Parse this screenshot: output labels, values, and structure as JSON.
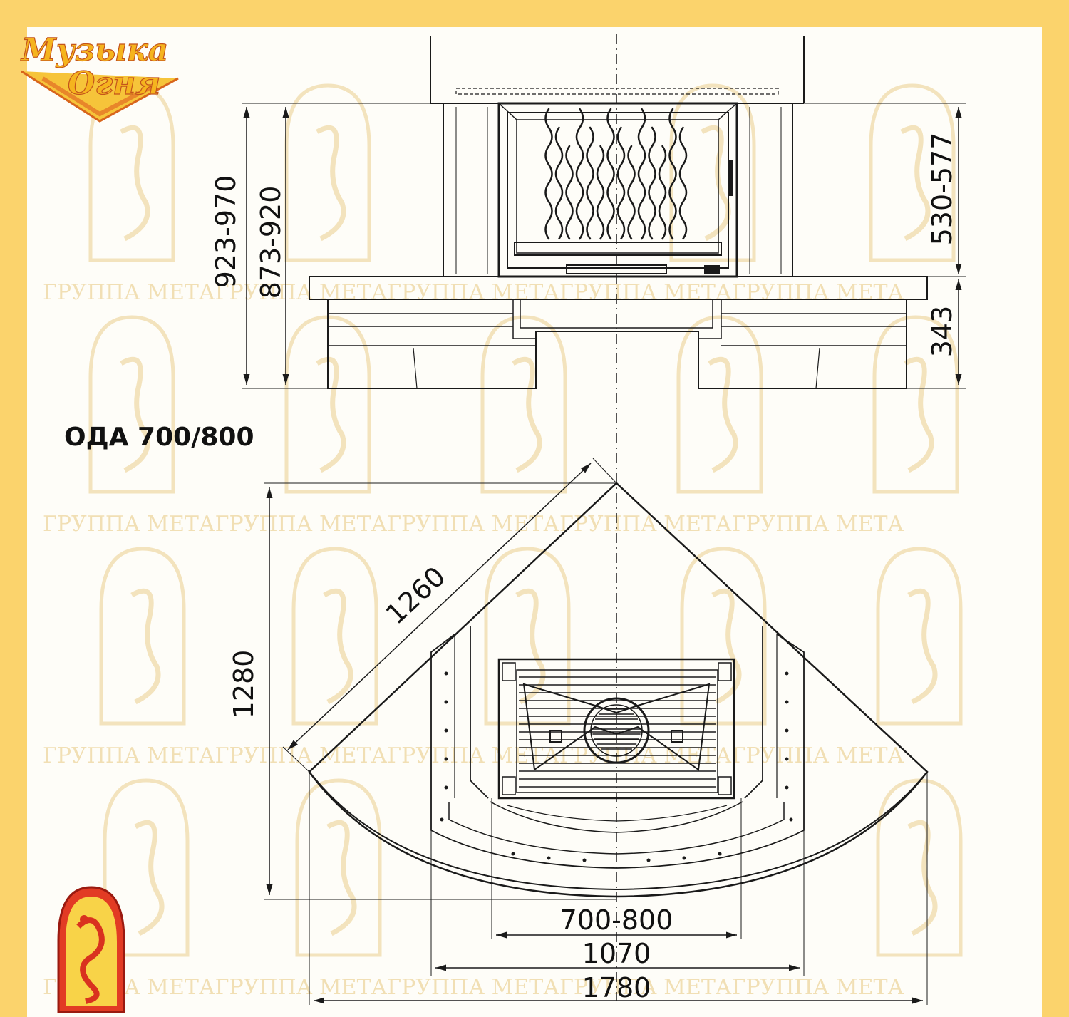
{
  "model_title": "ОДА 700/800",
  "brand_logo": {
    "line1": "Музыка",
    "line2": "Огня"
  },
  "watermark_text": "ГРУППА МЕТАГРУППА МЕТАГРУППА МЕТАГРУППА МЕТАГРУППА МЕТА",
  "front_view": {
    "dim_overall_height": "923-970",
    "dim_top_height": "873-920",
    "dim_firebox_height": "530-577",
    "dim_base_height": "343"
  },
  "plan_view": {
    "dim_diagonal": "1260",
    "dim_depth": "1280",
    "dim_firebox_width": "700-800",
    "dim_portal_width": "1070",
    "dim_overall_width": "1780"
  },
  "colors": {
    "frame": "#fbd36c",
    "paper": "#fefdf8",
    "line": "#1a1a1a",
    "watermark": "#f1dfb4"
  }
}
